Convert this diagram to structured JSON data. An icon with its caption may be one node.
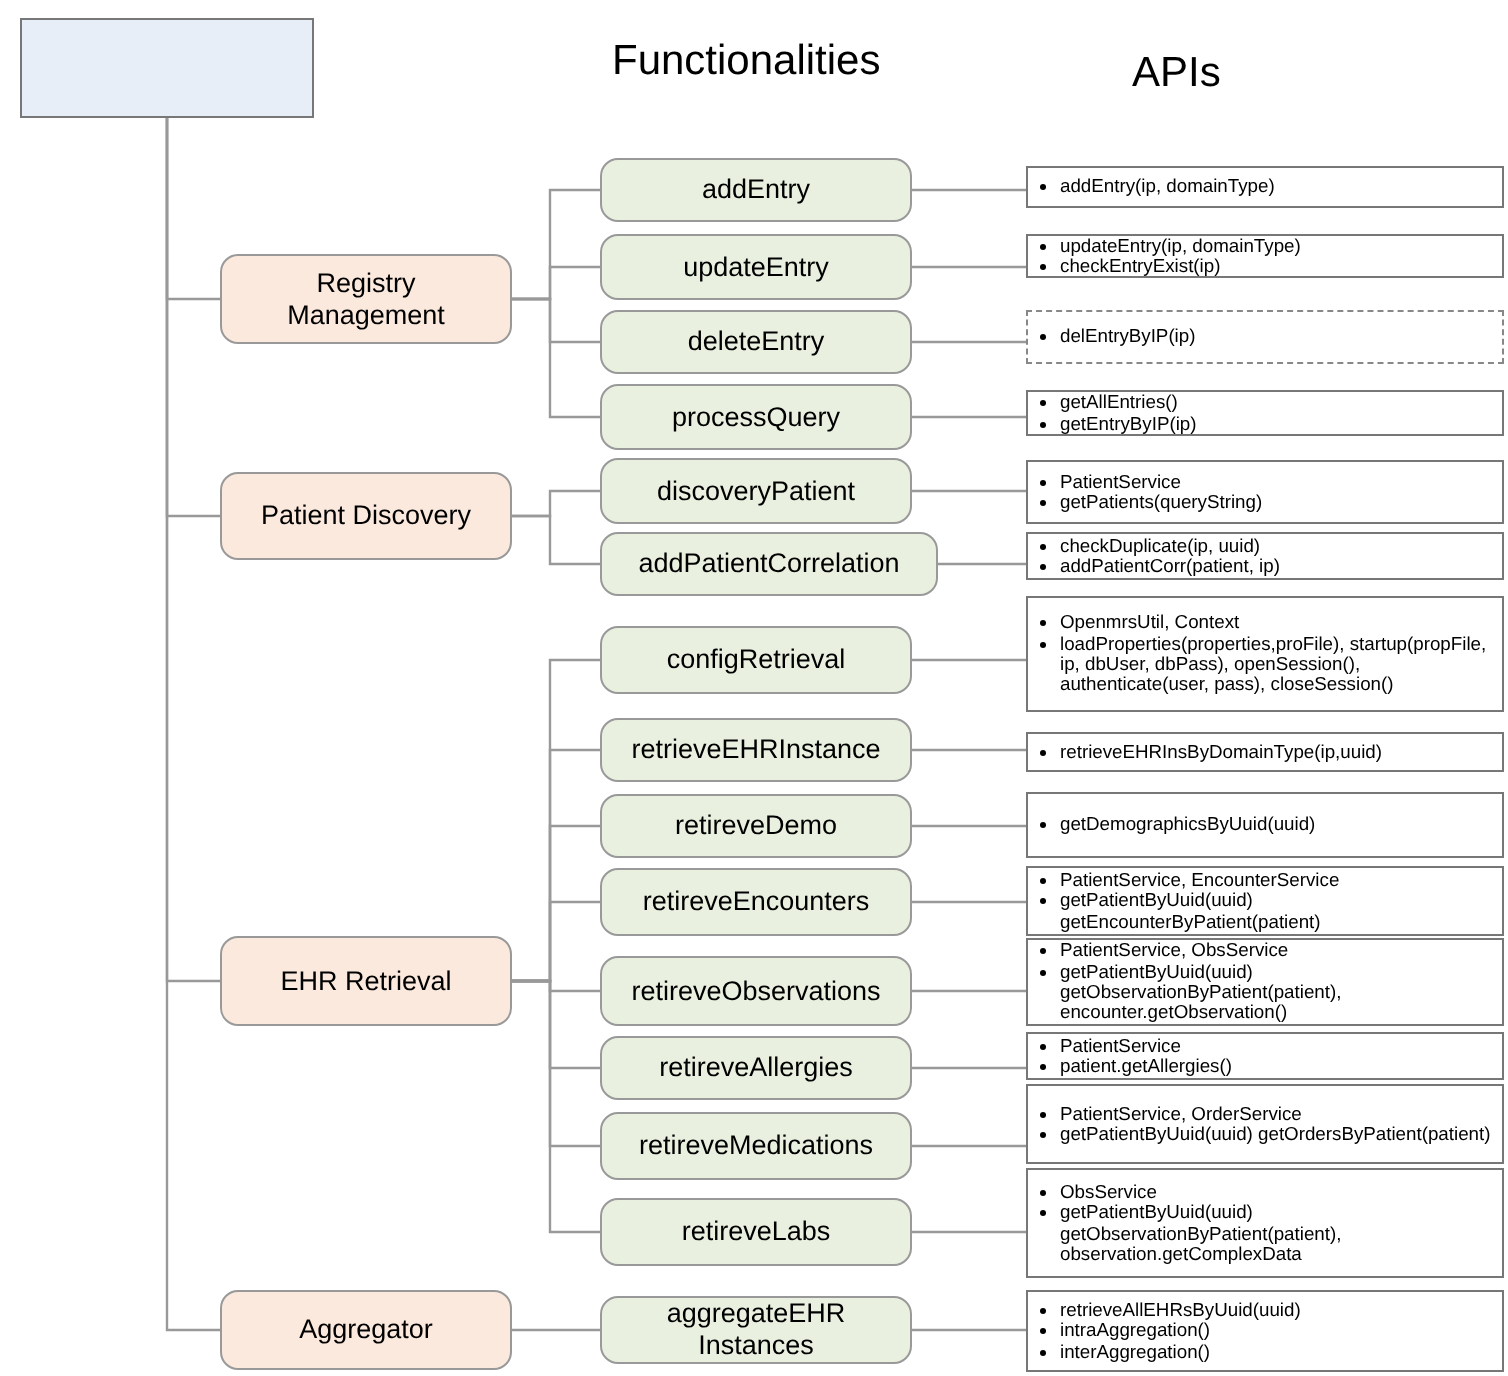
{
  "diagram": {
    "nodes": [
      {
        "text": [],
        "shape": "box"
      },
      {
        "text": [
          "Registry Management"
        ]
      },
      {
        "text": [
          "addEntry"
        ]
      },
      {
        "text": [
          "addEntry(ip, domainType)"
        ]
      },
      {
        "text": [
          "updateEntry"
        ]
      },
      {
        "text": [
          "updateEntry(ip, domainType)",
          "checkEntryExist(ip)"
        ]
      },
      {
        "text": [
          "deleteEntry"
        ]
      },
      {
        "text": [
          "delEntryByIP(ip)"
        ]
      },
      {
        "text": [
          "processQuery"
        ]
      },
      {
        "text": [
          "getAllEntries()",
          "getEntryByIP(ip)"
        ]
      },
      {
        "text": [
          "Patient Discovery"
        ]
      },
      {
        "text": [
          "discoveryPatient"
        ]
      },
      {
        "text": [
          "PatientService",
          "getPatients(queryString)"
        ]
      },
      {
        "text": [
          "addPatientCorrelation"
        ]
      },
      {
        "text": [
          "checkDuplicate(ip, uuid)",
          "addPatientCorr(patient, ip)"
        ]
      },
      {
        "text": [
          "EHR Retrieval"
        ]
      },
      {
        "text": [
          "configRetrieval"
        ]
      },
      {
        "text": [
          "OpenmrsUtil, Context",
          "loadProperties(properties,proFile), startup(propFile, ip, dbUser, dbPass), openSession(), authenticate(user, pass), closeSession()"
        ]
      },
      {
        "text": [
          "retrieveEHRInstance"
        ]
      },
      {
        "text": [
          "retrieveEHRInsByDomainType(ip,uuid)"
        ]
      },
      {
        "text": [
          "retireveDemo"
        ]
      },
      {
        "text": [
          "getDemographicsByUuid(uuid)"
        ]
      },
      {
        "text": [
          "retireveEncounters"
        ]
      },
      {
        "text": [
          "PatientService, EncounterService",
          "getPatientByUuid(uuid) getEncounterByPatient(patient)"
        ]
      },
      {
        "text": [
          "retireveObservations"
        ]
      },
      {
        "text": [
          "PatientService, ObsService",
          "getPatientByUuid(uuid) getObservationByPatient(patient), encounter.getObservation()"
        ]
      },
      {
        "text": [
          "retireveAllergies"
        ]
      },
      {
        "text": [
          "PatientService",
          "patient.getAllergies()"
        ]
      },
      {
        "text": [
          "retireveMedications"
        ]
      },
      {
        "text": [
          "PatientService, OrderService",
          "getPatientByUuid(uuid) getOrdersByPatient(patient)"
        ]
      },
      {
        "text": [
          "retireveLabs"
        ]
      },
      {
        "text": [
          "ObsService",
          "getPatientByUuid(uuid) getObservationByPatient(patient), observation.getComplexData"
        ]
      },
      {
        "text": [
          "Aggregator"
        ]
      },
      {
        "text": [
          "aggregateEHR Instances"
        ]
      },
      {
        "text": [
          "retrieveAllEHRsByUuid(uuid)",
          "intraAggregation()",
          "interAggregation()"
        ]
      }
    ],
    "edges": [
      {
        "from": 0,
        "to": 1,
        "arrow": "none"
      },
      {
        "from": 0,
        "to": 10,
        "arrow": "none"
      },
      {
        "from": 0,
        "to": 15,
        "arrow": "none"
      },
      {
        "from": 0,
        "to": 32,
        "arrow": "none"
      },
      {
        "from": 1,
        "to": 2,
        "arrow": "none"
      },
      {
        "from": 1,
        "to": 4,
        "arrow": "none"
      },
      {
        "from": 1,
        "to": 6,
        "arrow": "none"
      },
      {
        "from": 1,
        "to": 8,
        "arrow": "none"
      },
      {
        "from": 2,
        "to": 3,
        "arrow": "none"
      },
      {
        "from": 4,
        "to": 5,
        "arrow": "none"
      },
      {
        "from": 6,
        "to": 7,
        "arrow": "none"
      },
      {
        "from": 8,
        "to": 9,
        "arrow": "none"
      },
      {
        "from": 10,
        "to": 11,
        "arrow": "none"
      },
      {
        "from": 10,
        "to": 13,
        "arrow": "none"
      },
      {
        "from": 11,
        "to": 12,
        "arrow": "none"
      },
      {
        "from": 13,
        "to": 14,
        "arrow": "none"
      },
      {
        "from": 15,
        "to": 16,
        "arrow": "none"
      },
      {
        "from": 15,
        "to": 18,
        "arrow": "none"
      },
      {
        "from": 15,
        "to": 20,
        "arrow": "none"
      },
      {
        "from": 15,
        "to": 22,
        "arrow": "none"
      },
      {
        "from": 15,
        "to": 24,
        "arrow": "none"
      },
      {
        "from": 15,
        "to": 26,
        "arrow": "none"
      },
      {
        "from": 15,
        "to": 28,
        "arrow": "none"
      },
      {
        "from": 15,
        "to": 30,
        "arrow": "none"
      },
      {
        "from": 16,
        "to": 17,
        "arrow": "none"
      },
      {
        "from": 18,
        "to": 19,
        "arrow": "none"
      },
      {
        "from": 20,
        "to": 21,
        "arrow": "none"
      },
      {
        "from": 22,
        "to": 23,
        "arrow": "none"
      },
      {
        "from": 24,
        "to": 25,
        "arrow": "none"
      },
      {
        "from": 26,
        "to": 27,
        "arrow": "none"
      },
      {
        "from": 28,
        "to": 29,
        "arrow": "none"
      },
      {
        "from": 30,
        "to": 31,
        "arrow": "none"
      },
      {
        "from": 32,
        "to": 33,
        "arrow": "none"
      },
      {
        "from": 33,
        "to": 34,
        "arrow": "none"
      }
    ],
    "labels": [
      "Functionalities",
      "APIs"
    ]
  }
}
